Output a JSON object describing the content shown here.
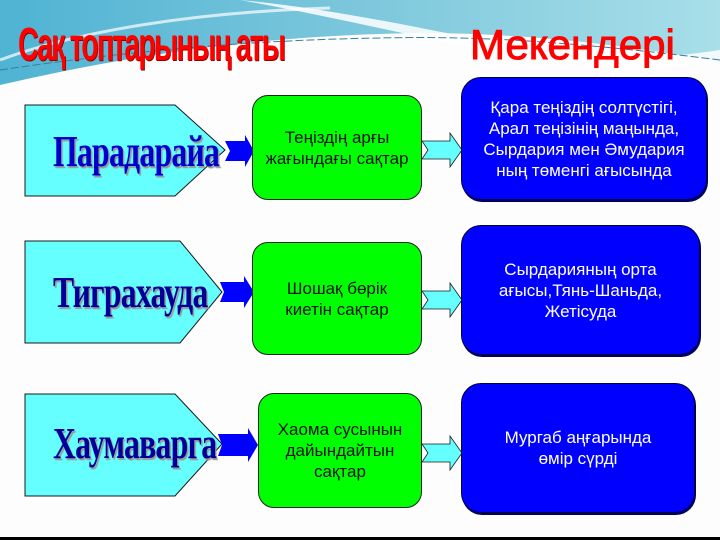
{
  "slide": {
    "header": {
      "left_title": "Сақ топтарының аты",
      "right_title": "Мекендері"
    },
    "colors": {
      "title": "#ff0000",
      "pentagon_fill": "#66ffff",
      "pentagon_text": "#0000cc",
      "green_box": "#00ff00",
      "blue_box": "#0000ff",
      "arrow_blue": "#0000ff",
      "arrow_cyan": "#66ffff"
    },
    "rows": [
      {
        "group": "Парадарайа",
        "description": "Теңіздің арғы\nжағындағы сақтар",
        "habitat": "Қара теңіздің солтүстігі,\nАрал теңізінің маңында,\nСырдария мен Әмудария\nның төменгі ағысында"
      },
      {
        "group": "Тиграхауда",
        "description": "Шошақ бөрік\nкиетін сақтар",
        "habitat": "Сырдарияның орта\nағысы,Тянь-Шаньда,\nЖетісуда"
      },
      {
        "group": "Хаумаварга",
        "description": "Хаома сусынын\nдайындайтын\nсақтар",
        "habitat": "Мургаб аңғарында\nөмір сүрді"
      }
    ]
  }
}
